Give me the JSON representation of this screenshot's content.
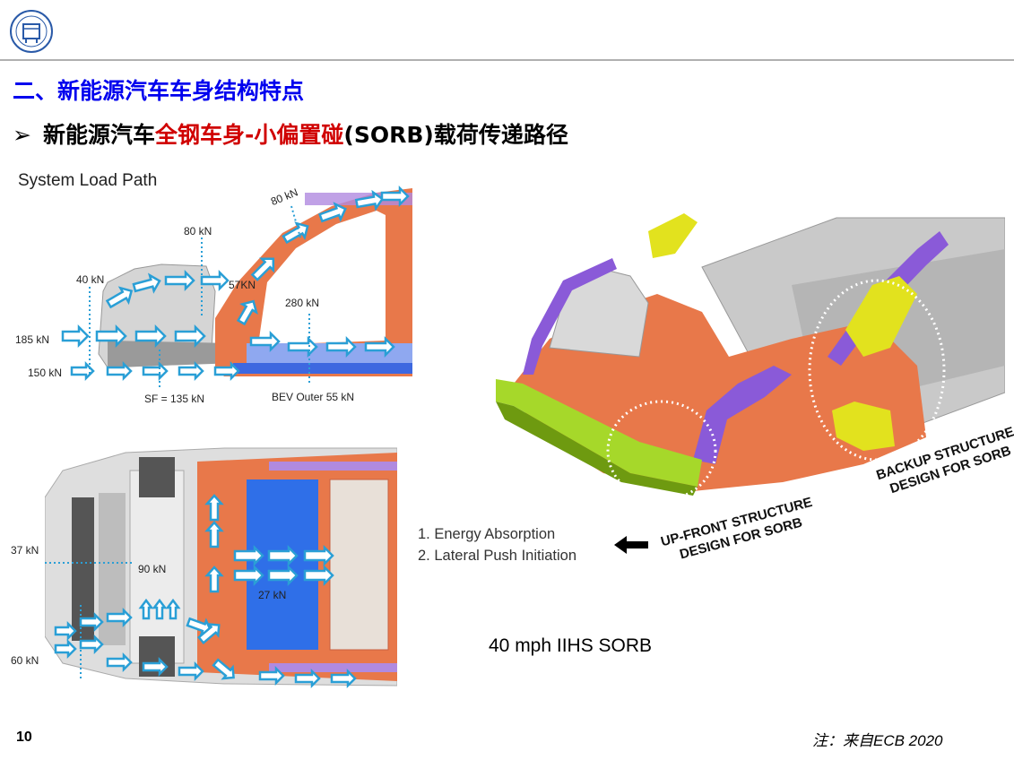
{
  "header": {
    "section_title": "二、新能源汽车车身结构特点",
    "subtitle_part1": "新能源汽车",
    "subtitle_red": "全钢车身-小偏置碰",
    "subtitle_part2": "(SORB)载荷传递路径"
  },
  "left_figure": {
    "title": "System Load Path",
    "side_labels": {
      "f80a": "80 kN",
      "f80b": "80 kN",
      "f40": "40 kN",
      "f57": "57KN",
      "f280": "280 kN",
      "f185": "185 kN",
      "f150": "150 kN",
      "sf": "SF = 135 kN",
      "bev": "BEV Outer 55 kN"
    },
    "plan_labels": {
      "f37": "37 kN",
      "f90": "90 kN",
      "f27": "27 kN",
      "f60": "60 kN"
    }
  },
  "right_figure": {
    "notes": [
      "1. Energy Absorption",
      "2. Lateral Push Initiation"
    ],
    "upfront_line1": "UP-FRONT STRUCTURE",
    "upfront_line2": "DESIGN FOR SORB",
    "backup_line1": "BACKUP STRUCTURE",
    "backup_line2": "DESIGN FOR SORB",
    "caption": "40 mph IIHS SORB"
  },
  "footer": {
    "page_number": "10",
    "source_note": "注：来自ECB 2020"
  },
  "colors": {
    "heading_blue": "#0000ee",
    "highlight_red": "#d00000",
    "structure_orange": "#e8784a",
    "arrow_blue": "#2a9fd6",
    "battery_blue": "#2f6fe8",
    "sorb_purple": "#8a5ad8",
    "sorb_green": "#a6d82a",
    "backup_yellow": "#e2e21e"
  }
}
